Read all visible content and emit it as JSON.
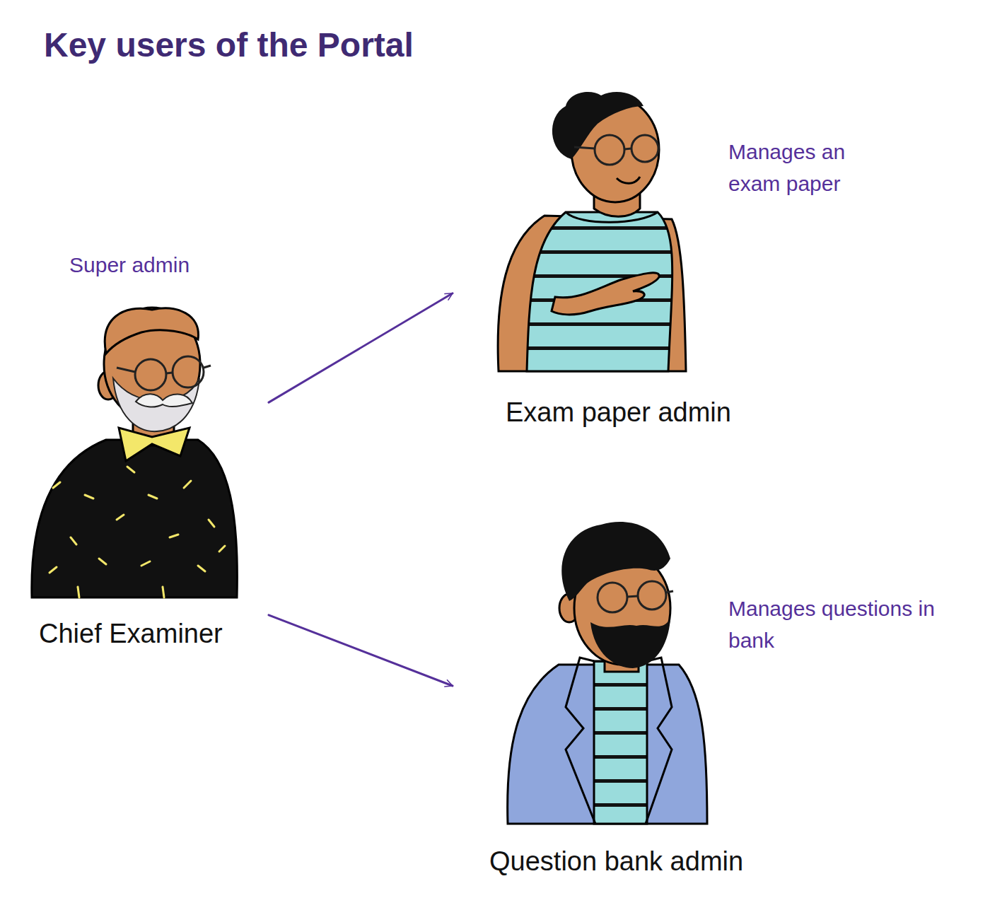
{
  "diagram": {
    "title": "Key users of the Portal",
    "nodes": [
      {
        "text": [
          "Super admin",
          "Chief Examiner"
        ]
      },
      {
        "text": [
          "Exam paper admin",
          "Manages an exam paper"
        ]
      },
      {
        "text": [
          "Question bank admin",
          "Manages questions in bank"
        ]
      }
    ],
    "edges": [
      {
        "from": 0,
        "to": 1,
        "arrow": "to"
      },
      {
        "from": 0,
        "to": 2,
        "arrow": "to"
      }
    ]
  }
}
